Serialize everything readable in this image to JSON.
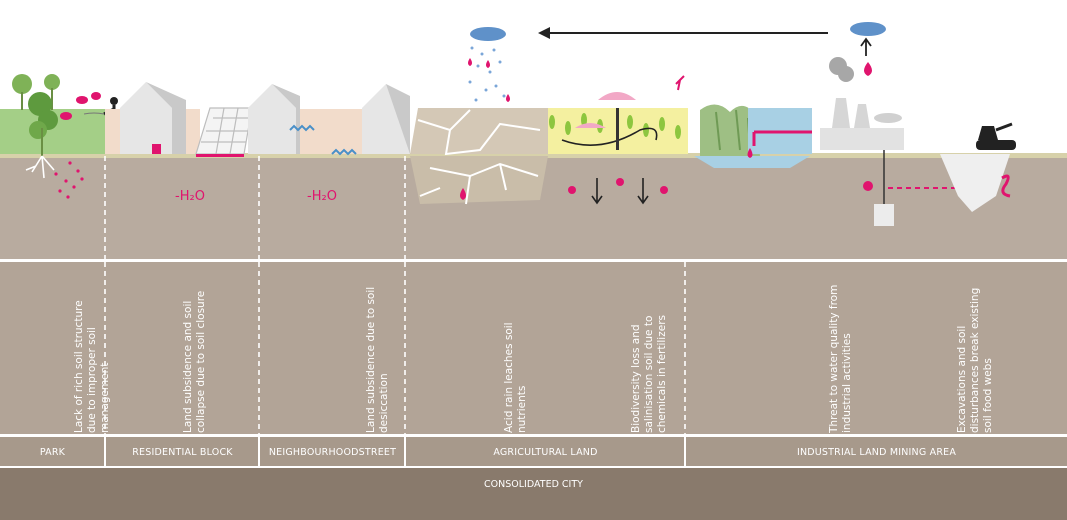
{
  "zones": [
    {
      "label": "PARK",
      "description": "Lack of rich soil structure due to improper soil management",
      "water_loss": ""
    },
    {
      "label": "RESIDENTIAL BLOCK",
      "description": "Land subsidence and soil collapse due to soil closure",
      "water_loss": "-H₂O"
    },
    {
      "label": "NEIGHBOURHOODSTREET",
      "description": "Land subsidence due to soil desiccation",
      "water_loss": "-H₂O"
    },
    {
      "label": "AGRICULTURAL LAND",
      "description_a": "Acid rain leaches soil nutrients",
      "description_b": "Biodiversity loss and salinisation soil due to chemicals in fertilizers"
    },
    {
      "label": "INDUSTRIAL LAND MINING AREA",
      "description_a": "Threat to water quality from industrial activities",
      "description_b": "Excavations and soil disturbances break existing soil food webs"
    }
  ],
  "footer": {
    "label": "CONSOLIDATED CITY"
  },
  "colors": {
    "accent": "#e0146e",
    "soil": "#b8ab9f",
    "ground_line": "#d7d1aa",
    "park_green": "#a4cf87"
  }
}
